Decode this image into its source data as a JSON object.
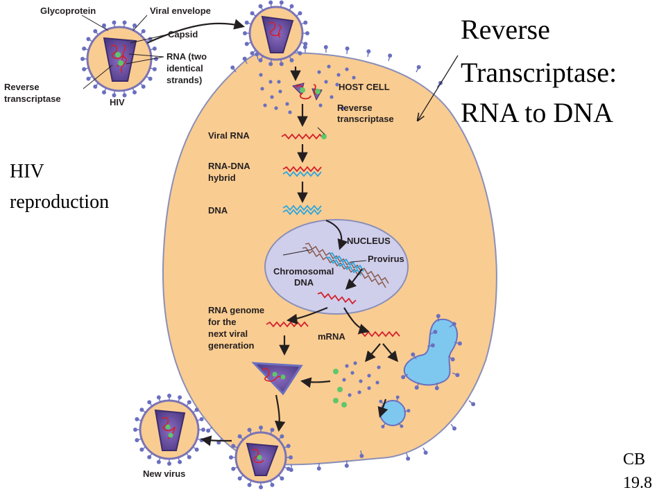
{
  "heading": {
    "line1": "Reverse",
    "line2": "Transcriptase:",
    "line3": "RNA to DNA"
  },
  "side_title": {
    "line1": "HIV",
    "line2": "reproduction"
  },
  "credit": {
    "line1": "CB",
    "line2": "19.8"
  },
  "virion_labels": {
    "glycoprotein": "Glycoprotein",
    "viral_envelope": "Viral envelope",
    "capsid": "Capsid",
    "rna_line1": "RNA (two",
    "rna_line2": "identical",
    "rna_line3": "strands)",
    "rt_line1": "Reverse",
    "rt_line2": "transcriptase",
    "hiv": "HIV"
  },
  "cell_labels": {
    "host_cell": "HOST CELL",
    "rt_line1": "Reverse",
    "rt_line2": "transcriptase",
    "viral_rna": "Viral RNA",
    "hybrid_line1": "RNA-DNA",
    "hybrid_line2": "hybrid",
    "dna": "DNA",
    "nucleus": "NUCLEUS",
    "provirus": "Provirus",
    "chromosomal_line1": "Chromosomal",
    "chromosomal_line2": "DNA",
    "genome_line1": "RNA genome",
    "genome_line2": "for the",
    "genome_line3": "next viral",
    "genome_line4": "generation",
    "mrna": "mRNA",
    "new_virus": "New virus"
  },
  "colors": {
    "cell_fill": "#f9cc91",
    "cell_stroke": "#8a8fb8",
    "nucleus_fill": "#cfcfec",
    "virion_core": "#7b5ea7",
    "capsid_fill": "#9678c2",
    "rna_red": "#d4202a",
    "dna_blue": "#2aa7e0",
    "chromosome_brown": "#8c5a4a",
    "er_fill": "#7ec8ef",
    "protein_dot": "#6a6fbf",
    "rt_green": "#5ec76b",
    "arrow": "#231f20"
  },
  "icons": [
    "hiv-virion-icon",
    "budding-virus-icon",
    "new-virus-icon",
    "endoplasmic-reticulum-icon",
    "vesicle-icon"
  ]
}
